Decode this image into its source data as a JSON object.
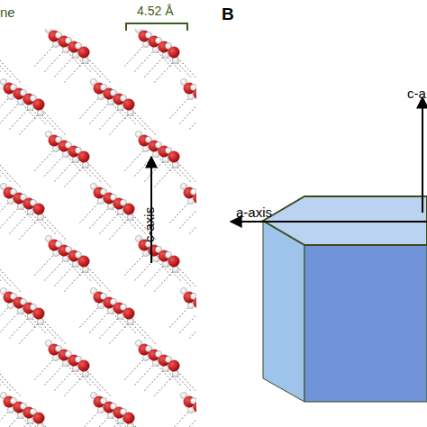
{
  "diagram": {
    "labels": [
      "ne",
      "4.52 Å",
      "c-axis",
      "B",
      "c-a",
      "a-axis"
    ]
  }
}
